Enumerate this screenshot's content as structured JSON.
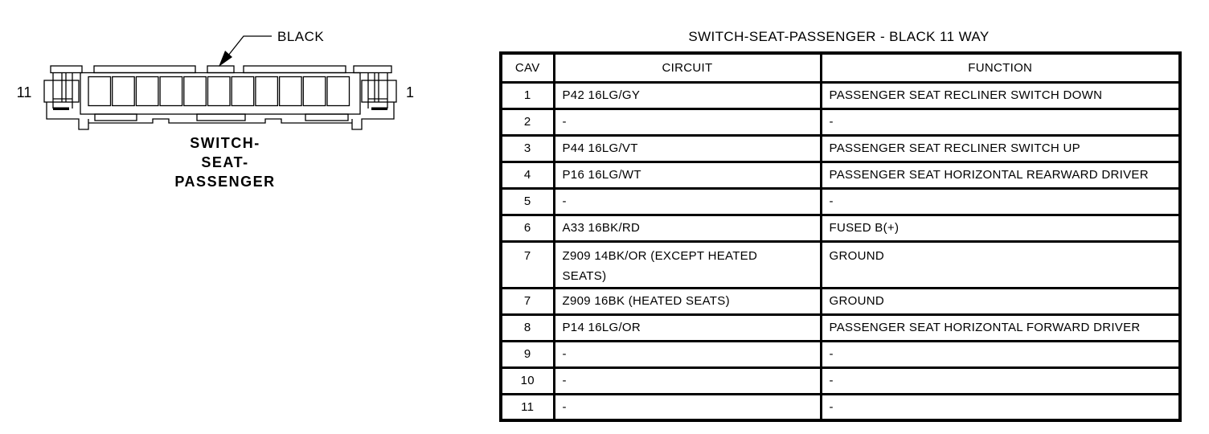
{
  "diagram": {
    "connector_color_label": "BLACK",
    "pin_left": "11",
    "pin_right": "1",
    "caption_lines": [
      "SWITCH-",
      "SEAT-",
      "PASSENGER"
    ]
  },
  "table": {
    "title": "SWITCH-SEAT-PASSENGER - BLACK 11 WAY",
    "columns": [
      "CAV",
      "CIRCUIT",
      "FUNCTION"
    ],
    "rows": [
      {
        "cav": "1",
        "circuit": "P42 16LG/GY",
        "function": "PASSENGER SEAT RECLINER SWITCH DOWN"
      },
      {
        "cav": "2",
        "circuit": "-",
        "function": "-"
      },
      {
        "cav": "3",
        "circuit": "P44 16LG/VT",
        "function": "PASSENGER SEAT RECLINER SWITCH UP"
      },
      {
        "cav": "4",
        "circuit": "P16 16LG/WT",
        "function": "PASSENGER SEAT HORIZONTAL REARWARD DRIVER"
      },
      {
        "cav": "5",
        "circuit": "-",
        "function": "-"
      },
      {
        "cav": "6",
        "circuit": "A33 16BK/RD",
        "function": "FUSED B(+)"
      },
      {
        "cav": "7",
        "circuit": "Z909 14BK/OR (EXCEPT HEATED\nSEATS)",
        "function": "GROUND"
      },
      {
        "cav": "7",
        "circuit": "Z909 16BK (HEATED SEATS)",
        "function": "GROUND"
      },
      {
        "cav": "8",
        "circuit": "P14 16LG/OR",
        "function": "PASSENGER SEAT HORIZONTAL FORWARD DRIVER"
      },
      {
        "cav": "9",
        "circuit": "-",
        "function": "-"
      },
      {
        "cav": "10",
        "circuit": "-",
        "function": "-"
      },
      {
        "cav": "11",
        "circuit": "-",
        "function": "-"
      }
    ]
  },
  "colors": {
    "ink": "#000000",
    "background": "#ffffff"
  }
}
